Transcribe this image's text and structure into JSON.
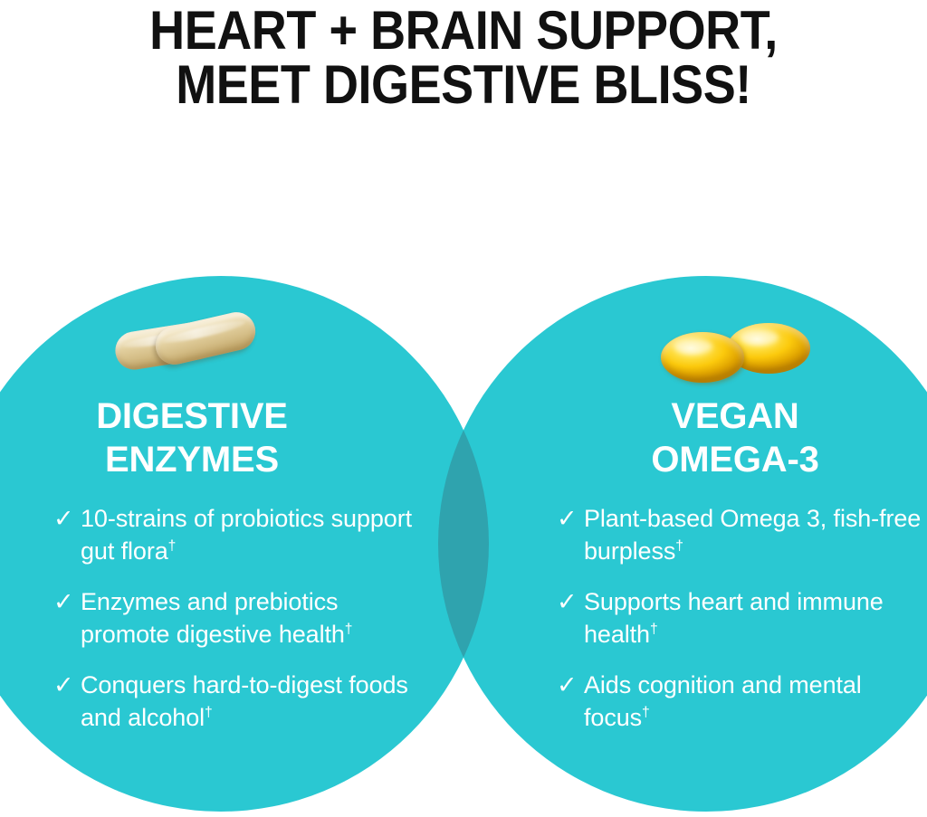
{
  "headline": {
    "line1": "HEART + BRAIN SUPPORT,",
    "line2": "MEET DIGESTIVE BLISS!"
  },
  "colors": {
    "circle_fill": "#2AC8D2",
    "overlap_fill": "#2FA3AE",
    "text_on_circle": "#FFFFFF",
    "headline_text": "#111111",
    "background": "#FFFFFF"
  },
  "venn": {
    "left_circle": {
      "product_icon": "capsule-pills-icon",
      "title_line1": "DIGESTIVE",
      "title_line2": "ENZYMES",
      "bullets": [
        {
          "check": "✓",
          "text": "10-strains of probiotics support gut flora",
          "footnote": "†"
        },
        {
          "check": "✓",
          "text": "Enzymes and prebiotics promote digestive health",
          "footnote": "†"
        },
        {
          "check": "✓",
          "text": "Conquers hard-to-digest foods and alcohol",
          "footnote": "†"
        }
      ]
    },
    "right_circle": {
      "product_icon": "softgel-capsules-icon",
      "title_line1": "VEGAN",
      "title_line2": "OMEGA-3",
      "bullets": [
        {
          "check": "✓",
          "text": "Plant-based Omega 3, fish-free burpless",
          "footnote": "†"
        },
        {
          "check": "✓",
          "text": "Supports heart and immune health",
          "footnote": "†"
        },
        {
          "check": "✓",
          "text": "Aids cognition and mental focus",
          "footnote": "†"
        }
      ]
    }
  }
}
